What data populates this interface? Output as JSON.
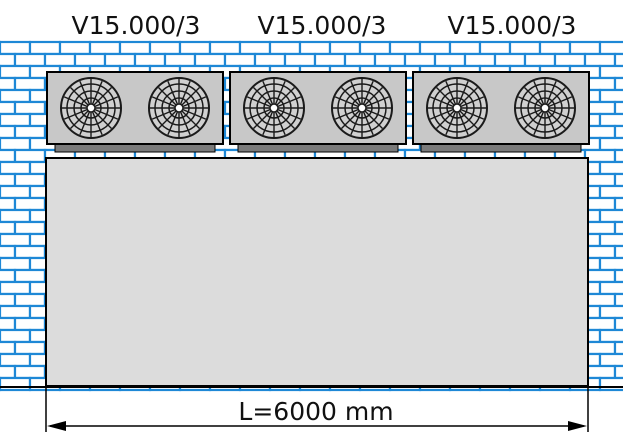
{
  "units": [
    {
      "model": "V15.000/3",
      "fans": 2
    },
    {
      "model": "V15.000/3",
      "fans": 2
    },
    {
      "model": "V15.000/3",
      "fans": 2
    }
  ],
  "dimension": {
    "label": "L=6000 mm"
  },
  "colors": {
    "brick": "#1e88d6",
    "unit_fill": "#c8c8c8",
    "room_fill": "#dcdcdc",
    "outline": "#000000",
    "fan_dark": "#1a1a1a"
  }
}
